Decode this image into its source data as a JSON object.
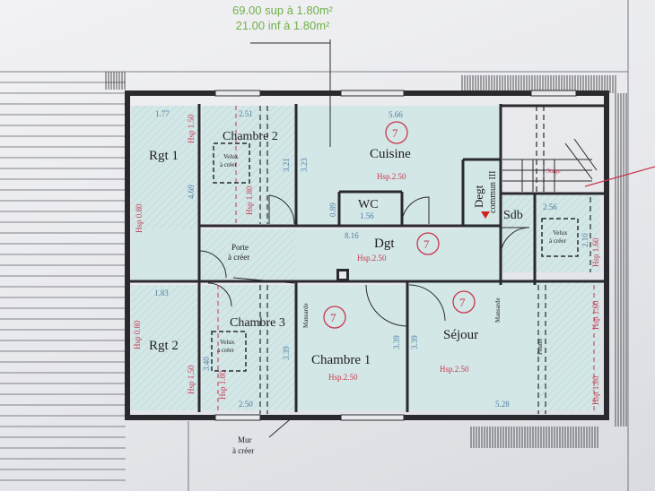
{
  "area_summary": {
    "line1": "69.00 sup à 1.80m²",
    "line2": "21.00 inf à 1.80m²"
  },
  "rooms": {
    "rgt1": "Rgt 1",
    "chambre2": "Chambre 2",
    "cuisine": "Cuisine",
    "wc": "WC",
    "degt": "Degt",
    "degt_sub": "commun III",
    "sdb": "Sdb",
    "dgt": "Dgt",
    "rgt2": "Rgt 2",
    "chambre3": "Chambre 3",
    "chambre1": "Chambre 1",
    "sejour": "Séjour"
  },
  "room_heights": {
    "cuisine": "Hsp.2.50",
    "dgt": "Hsp.2.50",
    "chambre1": "Hsp.2.50",
    "sejour": "Hsp.2.50"
  },
  "circle_marks": {
    "cuisine": "7",
    "dgt": "7",
    "chambre1": "7",
    "sejour": "7"
  },
  "velux": {
    "chambre2": [
      "Velux",
      "à créer"
    ],
    "chambre3": [
      "Velux",
      "à créer"
    ],
    "sdb": [
      "Velux",
      "à créer"
    ]
  },
  "annotations": {
    "porte": [
      "Porte",
      "à créer"
    ],
    "mur": [
      "Mur",
      "à créer"
    ],
    "mansarde": "Mansarde",
    "poutre": "Poutre",
    "stairs": "Stage"
  },
  "dimensions": {
    "rgt1_width": "1.77",
    "chambre2_width": "2.51",
    "cuisine_width": "5.66",
    "wc_width": "1.56",
    "dgt_length": "8.16",
    "sdb_width": "2.56",
    "rgt2_width": "1.83",
    "chambre3_width": "2.50",
    "sejour_width": "5.28",
    "rgt1_depth": "4.69",
    "chambre2_depth": "3.21",
    "cuisine_depth": "3.23",
    "wc_depth": "0.89",
    "sdb_depth": "2.10",
    "chambre3_depth": "3.40",
    "chambre1_left": "3.39",
    "chambre1_right": "3.39",
    "sejour_left": "3.39"
  },
  "heights": {
    "rgt1_low": "Hsp 0.80",
    "rgt1_high": "Hsp 1.50",
    "chambre2_high": "Hsp 1.80",
    "rgt2_low": "Hsp 0.80",
    "rgt2_high": "Hsp 1.50",
    "chambre3_high": "Hsp 1.80",
    "sdb_height": "Hsp 1.60",
    "sejour_right_a": "Hsp 1.60",
    "sejour_right_b": "Hsp 1.80"
  },
  "colors": {
    "wall": "#2a2a2e",
    "room_fill": "#d4e7e7",
    "pen_red": "#c8374f",
    "pen_blue": "#4a7fa2",
    "area_green": "#6fb04a"
  }
}
